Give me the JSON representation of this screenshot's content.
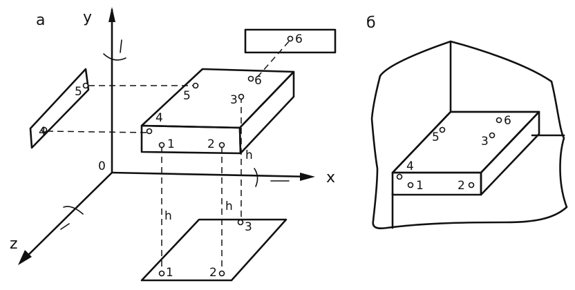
{
  "panel_a": {
    "label": "а",
    "axes": {
      "y": "y",
      "x": "x",
      "z": "z",
      "origin": "0"
    },
    "points": [
      "1",
      "2",
      "3",
      "4",
      "5",
      "6"
    ],
    "projections": {
      "top": [
        "6"
      ],
      "side": [
        "5",
        "4"
      ],
      "bottom": [
        "1",
        "2",
        "3"
      ]
    },
    "height_labels": [
      "h",
      "h",
      "h"
    ]
  },
  "panel_b": {
    "label": "б",
    "points": [
      "1",
      "2",
      "3",
      "4",
      "5",
      "6"
    ]
  }
}
